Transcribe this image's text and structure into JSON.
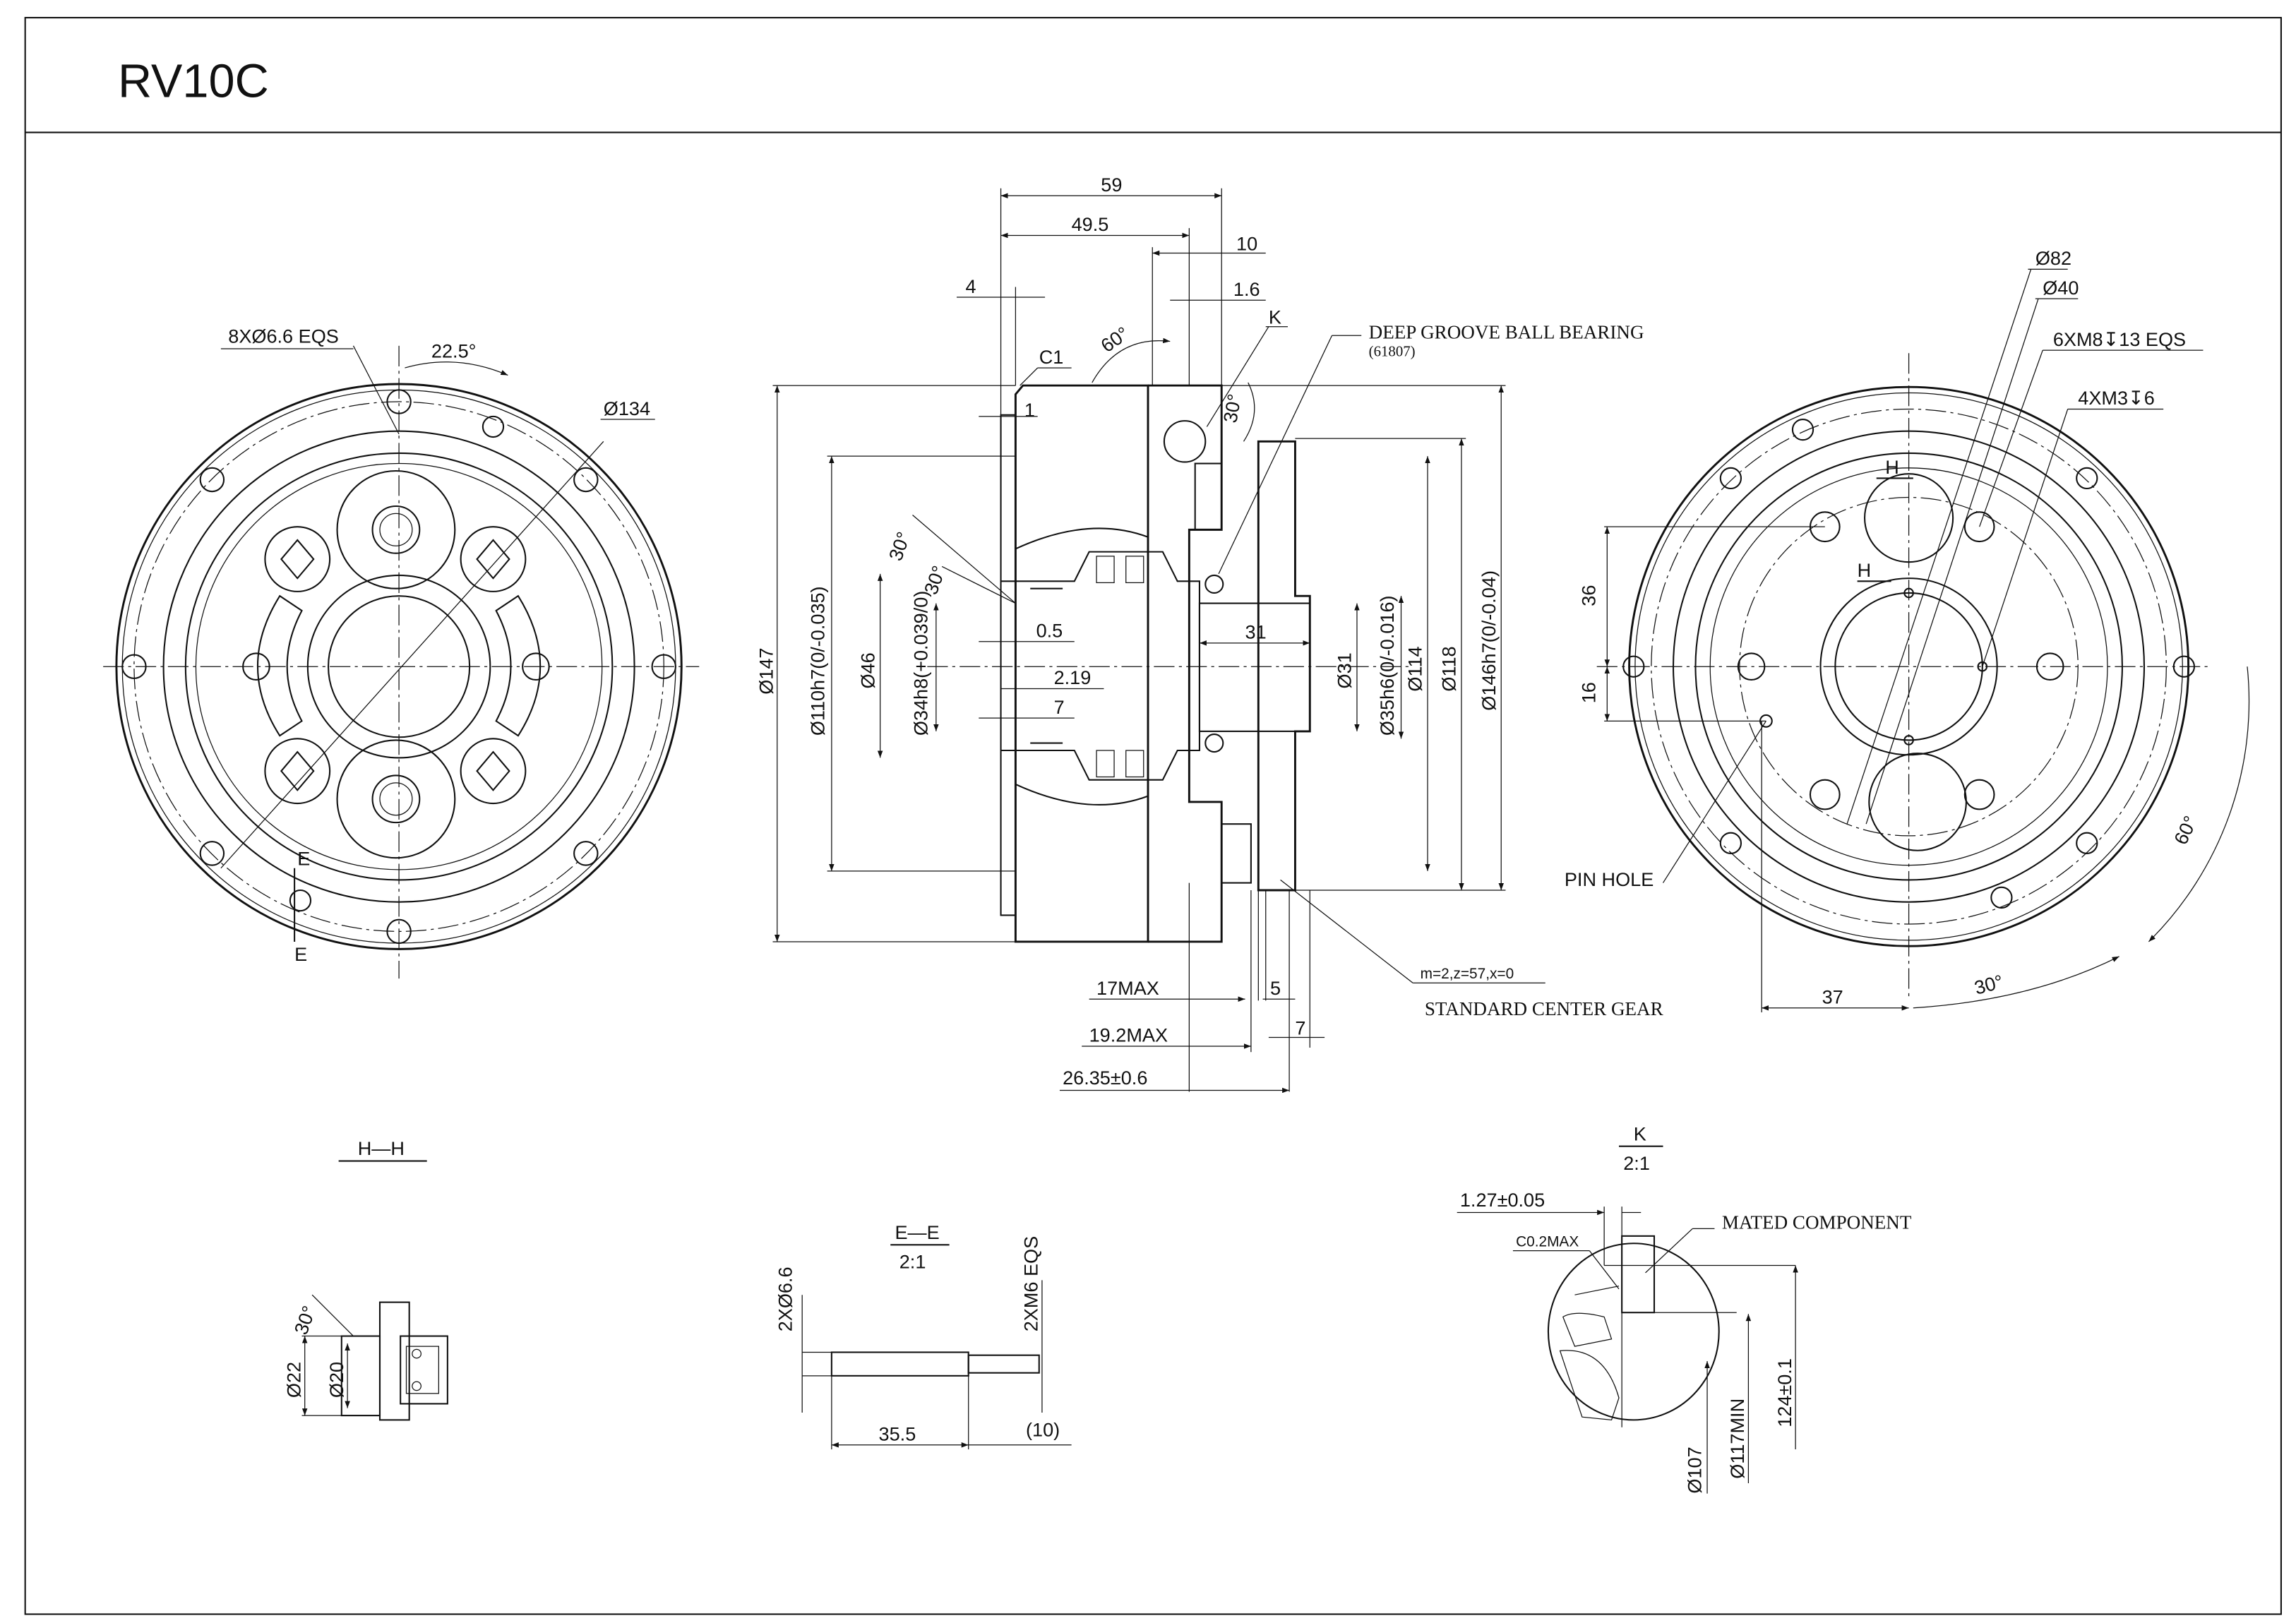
{
  "title": "RV10C",
  "front_view": {
    "holes_label": "8XØ6.6 EQS",
    "angle_label": "22.5°",
    "pcd_label": "Ø134",
    "section_mark_top": "E",
    "section_mark_bottom": "E"
  },
  "side_view": {
    "dim_59": "59",
    "dim_49_5": "49.5",
    "dim_10": "10",
    "dim_4": "4",
    "dim_1_6": "1.6",
    "detail_mark": "K",
    "angle_60": "60°",
    "chamfer": "C1",
    "dim_1": "1",
    "angle_30_top": "30°",
    "bearing_label": "DEEP GROOVE BALL BEARING",
    "bearing_code": "(61807)",
    "angle_30_a": "30°",
    "angle_30_b": "30°",
    "dim_0_5": "0.5",
    "dim_2_19": "2.19",
    "dim_7_inner": "7",
    "dim_31": "31",
    "dia_147": "Ø147",
    "dia_110": "Ø110h7(0/-0.035)",
    "dia_46": "Ø46",
    "dia_34": "Ø34h8(+0.039/0)",
    "dia_31": "Ø31",
    "dia_35": "Ø35h6(0/-0.016)",
    "dia_114": "Ø114",
    "dia_118": "Ø118",
    "dia_146": "Ø146h7(0/-0.04)",
    "dim_17max": "17MAX",
    "dim_5": "5",
    "gear_params": "m=2,z=57,x=0",
    "gear_label": "STANDARD CENTER GEAR",
    "dim_7_outer": "7",
    "dim_19_2max": "19.2MAX",
    "dim_26_35": "26.35±0.6"
  },
  "rear_view": {
    "dia_82": "Ø82",
    "dia_40": "Ø40",
    "thread_m8": "6XM8↧13 EQS",
    "thread_m3": "4XM3↧6",
    "section_h_top": "H",
    "section_h_bottom": "H",
    "dim_36": "36",
    "dim_16": "16",
    "pin_hole": "PIN HOLE",
    "angle_60": "60°",
    "dim_37": "37",
    "angle_30": "30°"
  },
  "section_hh": {
    "title": "H—H",
    "dia_22": "Ø22",
    "dia_20": "Ø20",
    "angle_30": "30°"
  },
  "section_ee": {
    "title": "E—E",
    "scale": "2:1",
    "holes": "2XØ6.6",
    "threads": "2XM6 EQS",
    "dim_35_5": "35.5",
    "dim_10": "(10)"
  },
  "detail_k": {
    "title": "K",
    "scale": "2:1",
    "dim_1_27": "1.27±0.05",
    "chamfer": "C0.2MAX",
    "mated": "MATED COMPONENT",
    "dia_107": "Ø107",
    "dia_117": "Ø117MIN",
    "dim_124": "124±0.1"
  }
}
